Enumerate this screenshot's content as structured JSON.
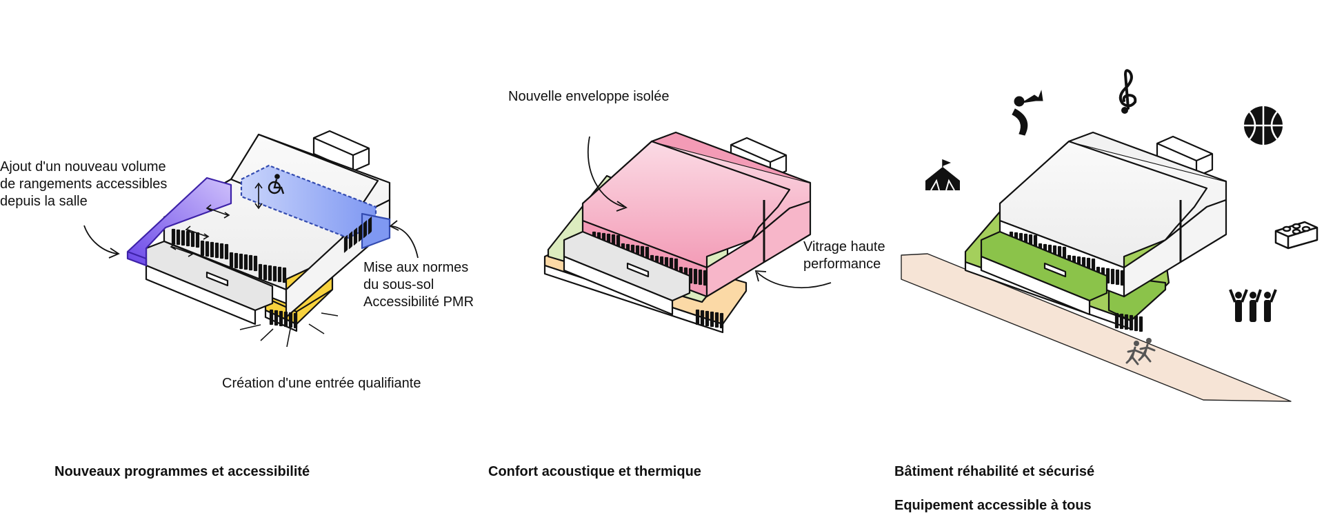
{
  "diagrams": [
    {
      "caption": "Nouveaux programmes et accessibilité",
      "annotations": {
        "storage": [
          "Ajout d'un nouveau volume",
          "de rangements accessibles",
          "depuis la salle"
        ],
        "basement": [
          "Mise aux normes",
          "du sous-sol",
          "Accessibilité PMR"
        ],
        "entrance": [
          "Création d'une entrée qualifiante"
        ]
      }
    },
    {
      "caption": "Confort acoustique et thermique",
      "annotations": {
        "envelope": [
          "Nouvelle enveloppe isolée"
        ],
        "glazing": [
          "Vitrage haute",
          "performance"
        ]
      }
    },
    {
      "caption": "Bâtiment réhabilité et sécurisé",
      "caption2": "Equipement accessible à tous"
    }
  ],
  "colors": {
    "storage_volume": "#8f6ff0",
    "basement_volume": "#93a9f5",
    "entrance": "#f7d23e",
    "envelope": "#f4a8bf",
    "acoustic_base": "#dcecbf",
    "thermal_base": "#fbd9a6",
    "green_roof": "#8bc34a",
    "forecourt": "#f6e4d6"
  },
  "icons": [
    "wheelchair-icon",
    "trumpet-player-icon",
    "treble-clef-icon",
    "basketball-icon",
    "circus-tent-icon",
    "lego-brick-icon",
    "cheering-people-icon",
    "running-children-icon"
  ]
}
